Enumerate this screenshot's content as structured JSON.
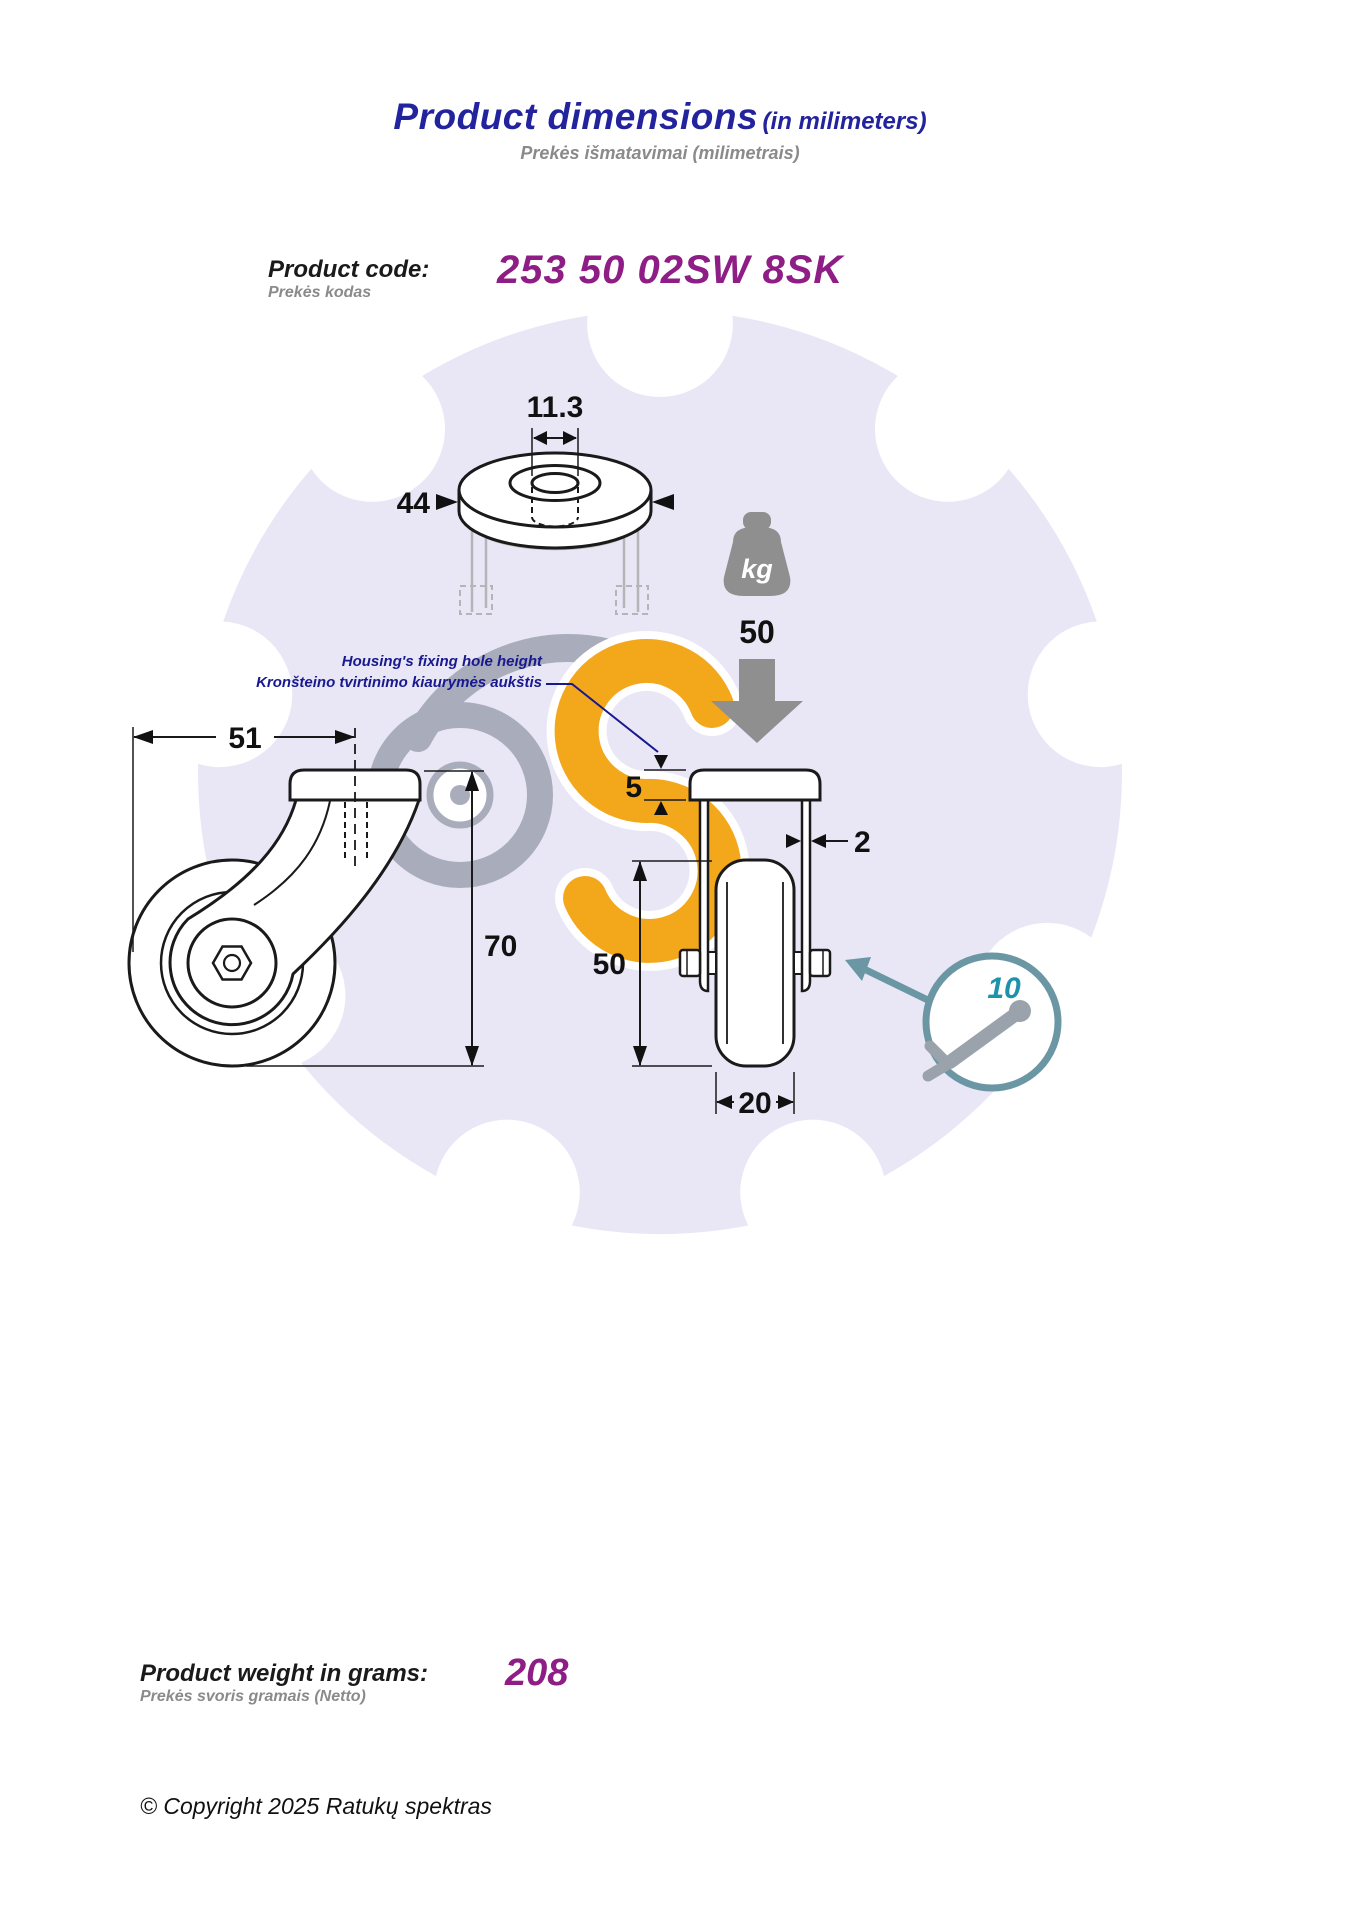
{
  "header": {
    "title": "Product dimensions",
    "title_suffix": "(in milimeters)",
    "subtitle": "Prekės išmatavimai (milimetrais)"
  },
  "product_code": {
    "label_en": "Product code:",
    "label_lt": "Prekės kodas",
    "value": "253 50 02SW 8SK"
  },
  "load_capacity": {
    "unit": "kg",
    "value": "50"
  },
  "annotation": {
    "line_en": "Housing's fixing hole height",
    "line_lt": "Kronšteino tvirtinimo kiaurymės aukštis"
  },
  "dimensions": {
    "hub_hole_diameter": "11.3",
    "plate_diameter": "44",
    "swivel_offset": "51",
    "total_height": "70",
    "fixing_hole_height": "5",
    "bracket_thickness": "2",
    "wheel_diameter": "50",
    "wheel_width": "20",
    "wrench_size": "10"
  },
  "weight": {
    "label_en": "Product weight in grams:",
    "label_lt": "Prekės svoris gramais (Netto)",
    "value": "208"
  },
  "footer": {
    "copyright": "© Copyright 2025 Ratukų spektras"
  },
  "colors": {
    "title_blue": "#23239e",
    "code_purple": "#8e1d85",
    "annotation_blue": "#18188f",
    "watermark_lavender": "#e9e7f6",
    "logo_yellow": "#f3a81c",
    "logo_gray": "#a9adbb",
    "icon_gray": "#8f8f8f",
    "wrench_teal": "#1d93ab",
    "wrench_ring": "#6b96a4"
  }
}
